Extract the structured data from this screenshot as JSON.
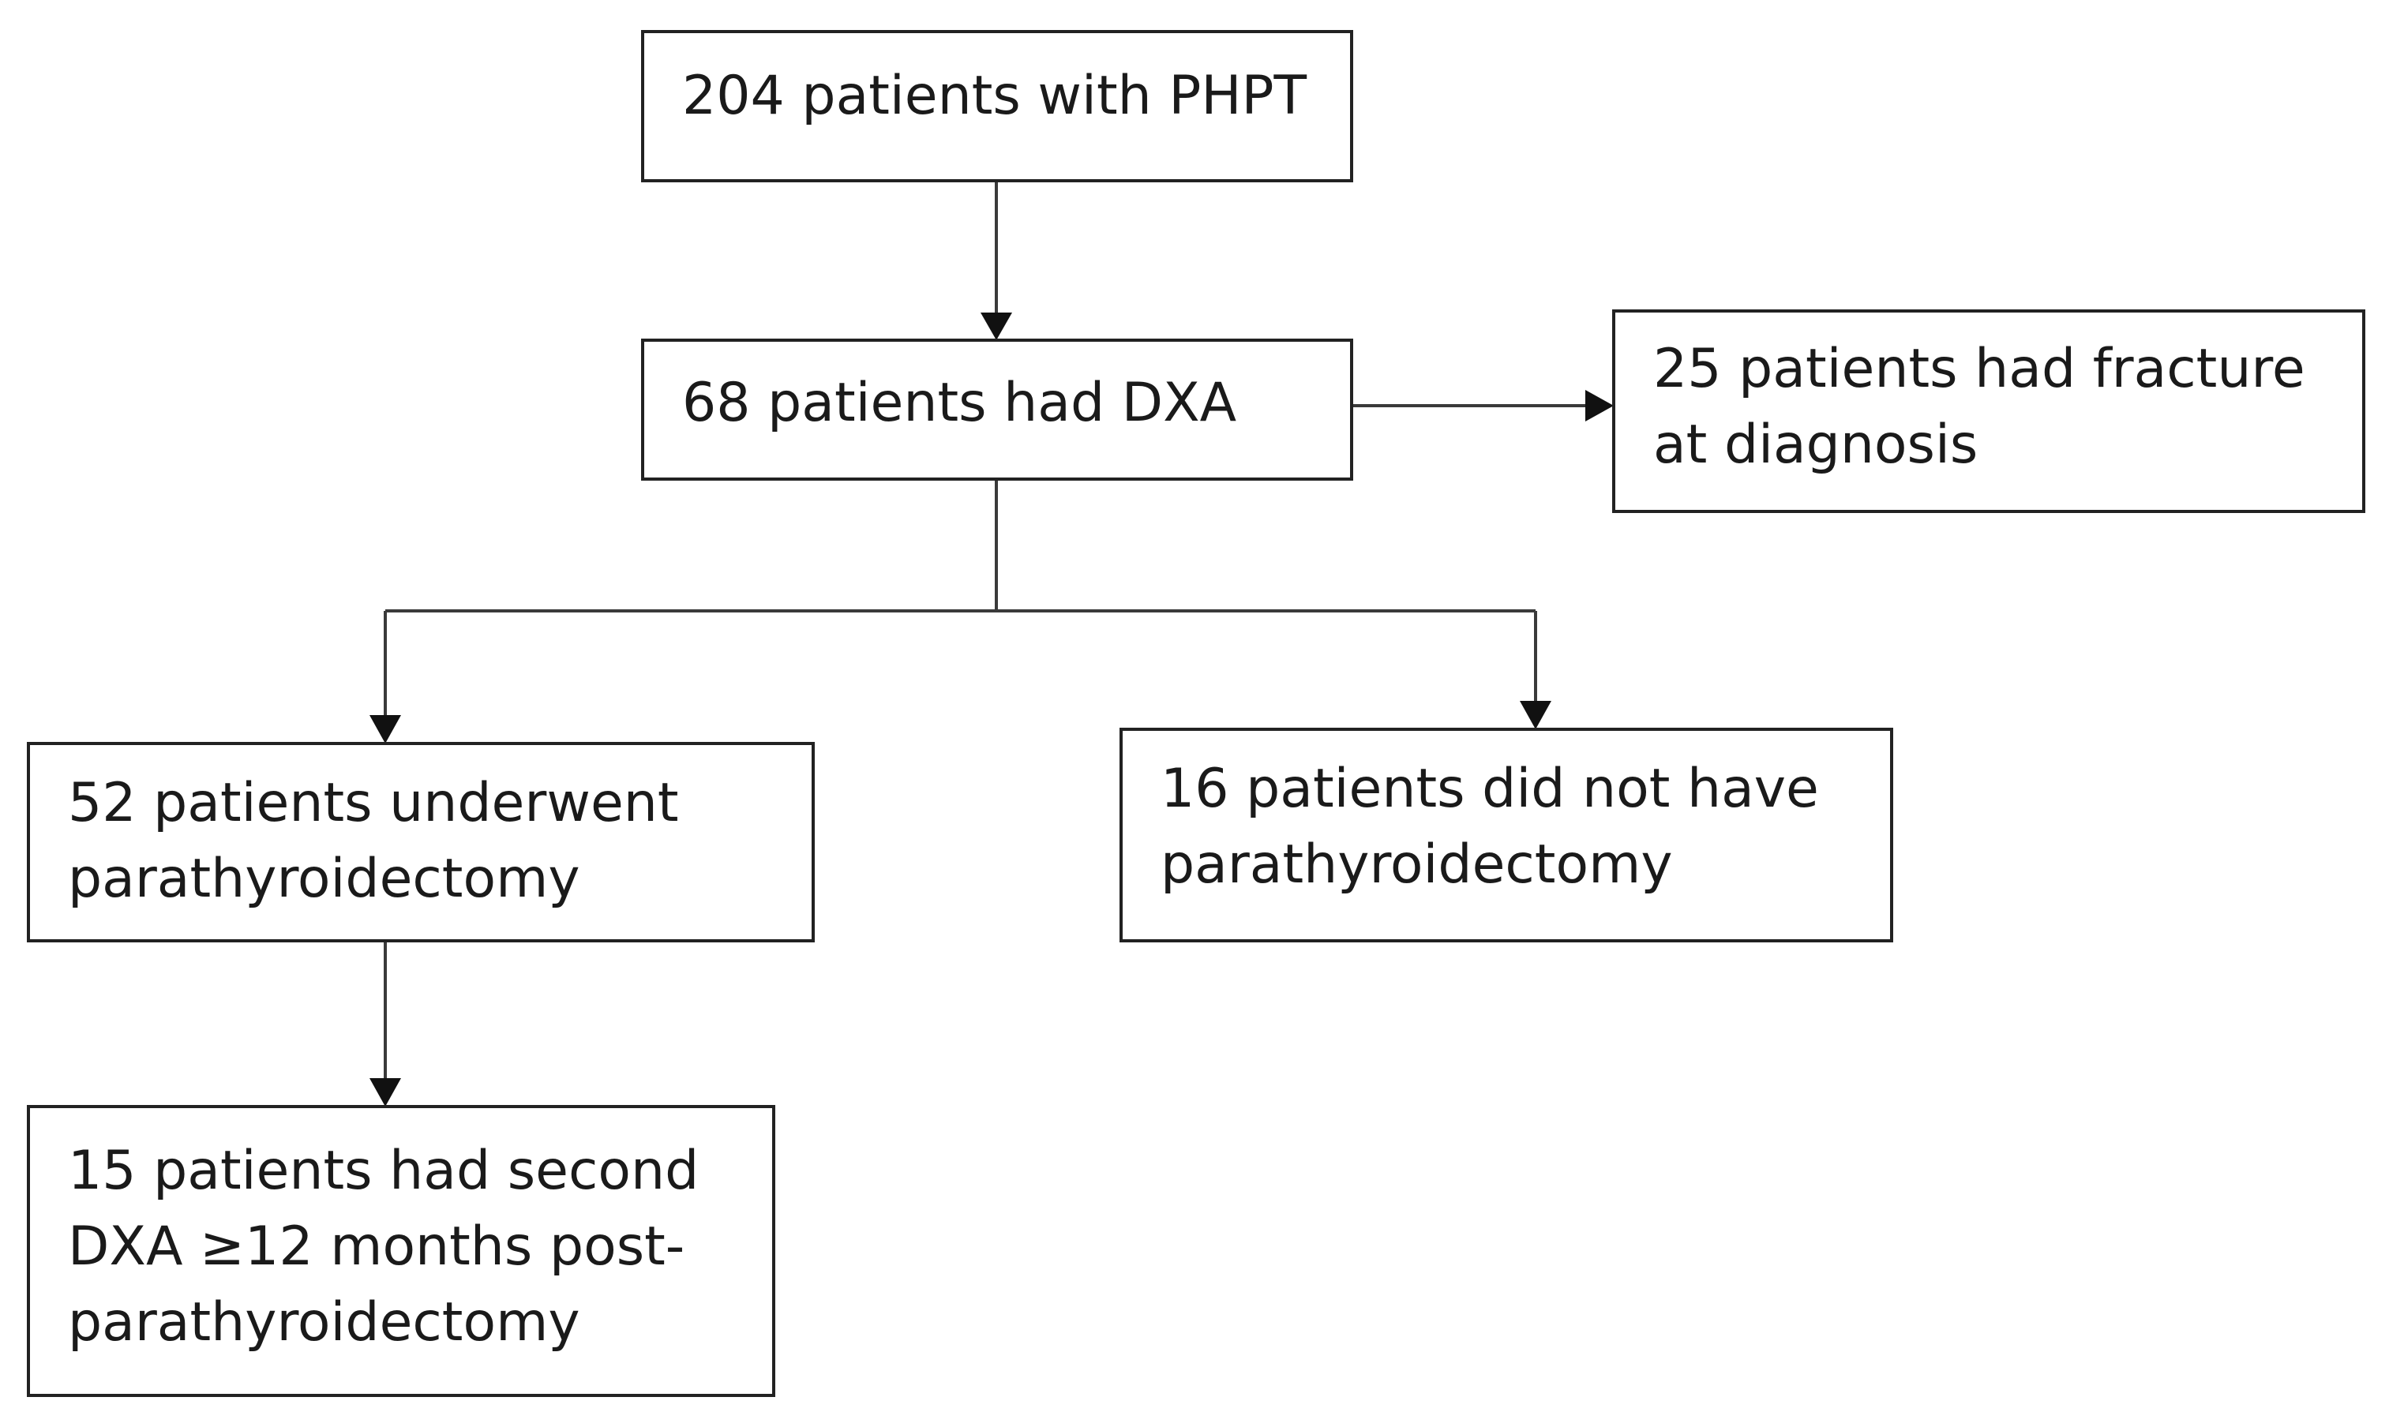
{
  "diagram": {
    "nodes": {
      "total": "204 patients with PHPT",
      "dxa": "68 patients had DXA",
      "fracture": "25 patients had fracture\nat diagnosis",
      "surgery": "52 patients underwent\nparathyroidectomy",
      "no_surgery": "16 patients did not have\nparathyroidectomy",
      "second_dxa": "15 patients had second\nDXA ≥12 months post-\nparathyroidectomy"
    },
    "edges": [
      {
        "from": "total",
        "to": "dxa"
      },
      {
        "from": "dxa",
        "to": "fracture"
      },
      {
        "from": "dxa",
        "to": "surgery"
      },
      {
        "from": "dxa",
        "to": "no_surgery"
      },
      {
        "from": "surgery",
        "to": "second_dxa"
      }
    ],
    "colors": {
      "line": "#3a3a3a",
      "border": "#222222",
      "text": "#1a1a1a"
    }
  }
}
